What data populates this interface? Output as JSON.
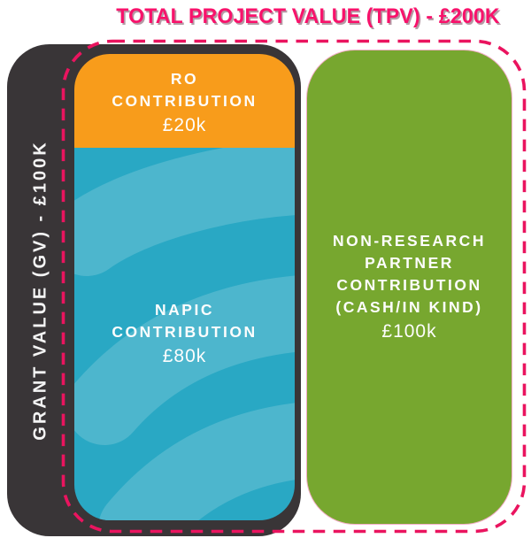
{
  "title": "TOTAL PROJECT VALUE (TPV) - £200K",
  "grant_value": {
    "label": "GRANT VALUE (GV) - £100K"
  },
  "blocks": {
    "ro": {
      "label_lines": [
        "RO",
        "CONTRIBUTION"
      ],
      "value": "£20k"
    },
    "napic": {
      "label_lines": [
        "NAPIC",
        "CONTRIBUTION"
      ],
      "value": "£80k"
    },
    "partner": {
      "label_lines": [
        "NON-RESEARCH",
        "PARTNER",
        "CONTRIBUTION",
        "(CASH/IN KIND)"
      ],
      "value": "£100k"
    }
  },
  "colors": {
    "pink": "#EA145F",
    "title_pink": "#F8126B",
    "dark_gray": "#393537",
    "orange": "#F89C1B",
    "teal": "#29A8C4",
    "teal_light": "#4DB6CD",
    "green": "#77A72F",
    "text_white": "#FDFDFD"
  }
}
